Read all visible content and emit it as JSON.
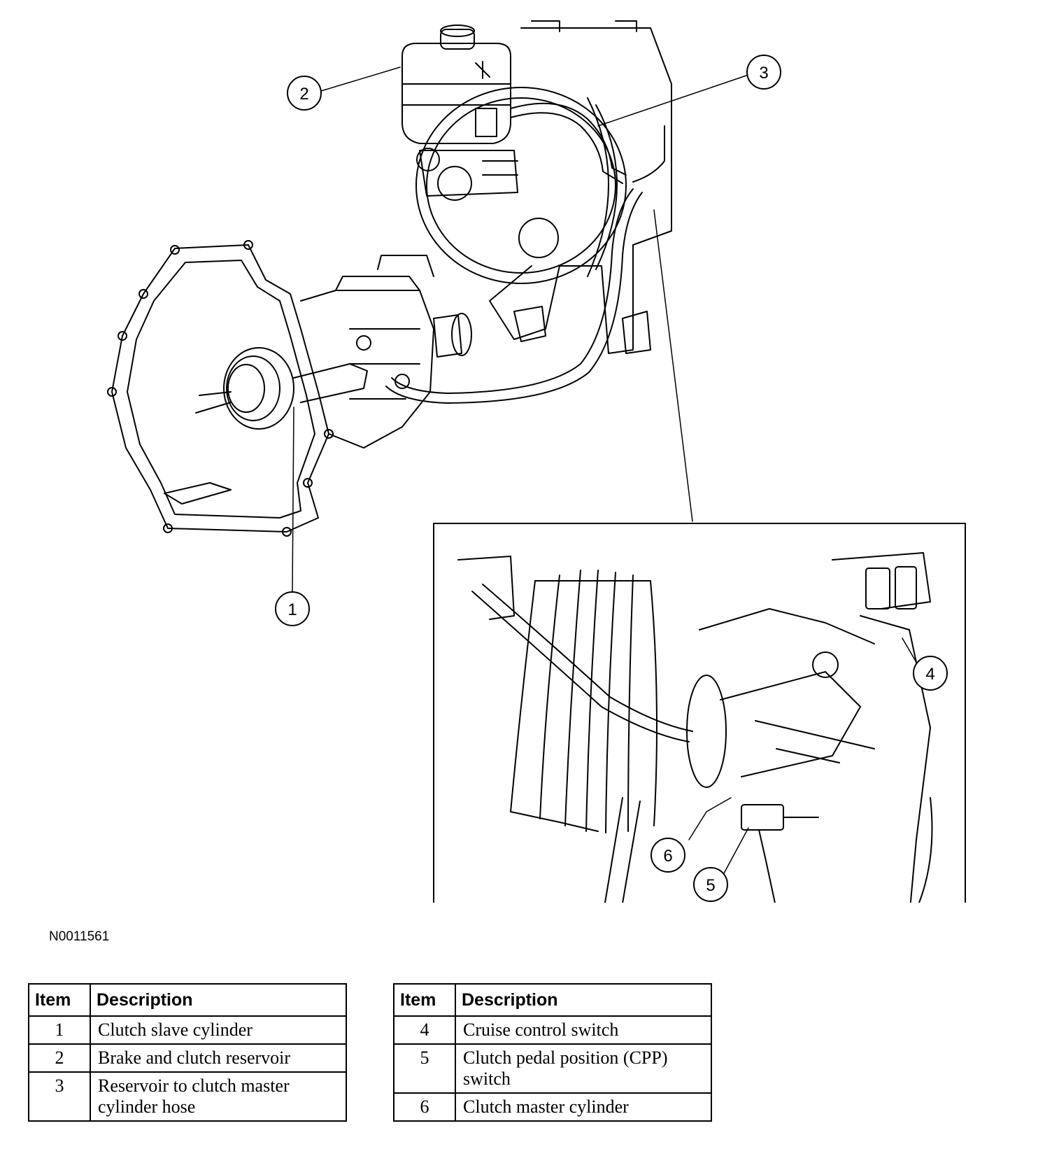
{
  "figure_id": "N0011561",
  "callouts": [
    "1",
    "2",
    "3",
    "4",
    "5",
    "6"
  ],
  "legend_left": {
    "headers": {
      "item": "Item",
      "description": "Description"
    },
    "rows": [
      {
        "item": "1",
        "description": "Clutch slave cylinder"
      },
      {
        "item": "2",
        "description": "Brake and clutch reservoir"
      },
      {
        "item": "3",
        "description": "Reservoir to clutch master cylinder hose"
      }
    ]
  },
  "legend_right": {
    "headers": {
      "item": "Item",
      "description": "Description"
    },
    "rows": [
      {
        "item": "4",
        "description": "Cruise control switch"
      },
      {
        "item": "5",
        "description": "Clutch pedal position (CPP) switch"
      },
      {
        "item": "6",
        "description": "Clutch master cylinder"
      }
    ]
  }
}
